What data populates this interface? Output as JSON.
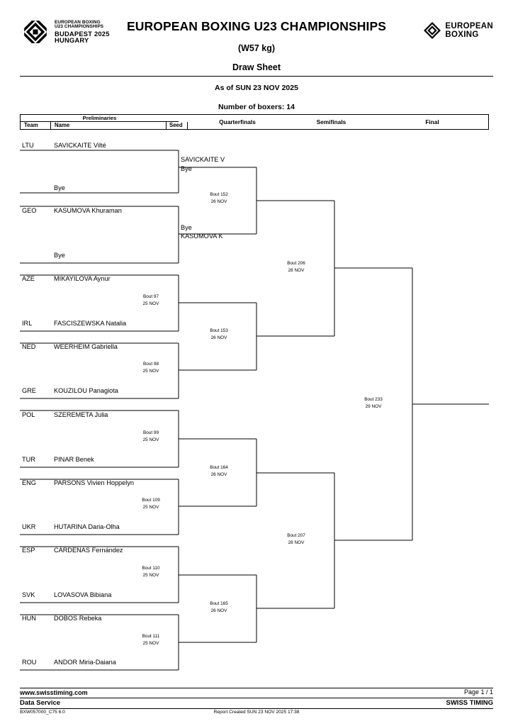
{
  "header": {
    "event_logo": {
      "line1": "EUROPEAN BOXING",
      "line2": "U23 CHAMPIONSHIPS",
      "line3": "BUDAPEST 2025",
      "line4": "HUNGARY"
    },
    "federation_logo": {
      "line1": "EUROPEAN",
      "line2": "BOXING"
    },
    "title": "EUROPEAN BOXING U23 CHAMPIONSHIPS",
    "weight_class": "(W57 kg)",
    "document_type": "Draw Sheet",
    "as_of": "As of SUN 23 NOV 2025",
    "number_of_boxers": "Number of boxers: 14"
  },
  "columns": {
    "preliminaries": "Preliminaries",
    "team": "Team",
    "name": "Name",
    "seed": "Seed",
    "quarterfinals": "Quarterfinals",
    "semifinals": "Semifinals",
    "final": "Final"
  },
  "bracket": {
    "preliminaries": [
      {
        "team": "LTU",
        "name": "SAVICKAITE Vilté",
        "seed": "",
        "opponent": "Bye"
      },
      {
        "team": "GEO",
        "name": "KASUMOVA Khuraman",
        "seed": "",
        "opponent": "Bye"
      },
      {
        "team": "AZE",
        "name": "MIKAYILOVA Aynur",
        "seed": ""
      },
      {
        "team": "IRL",
        "name": "FASCISZEWSKA Natalia",
        "seed": ""
      },
      {
        "team": "NED",
        "name": "WEERHEIM Gabriella",
        "seed": ""
      },
      {
        "team": "GRE",
        "name": "KOUZILOU Panagiota",
        "seed": ""
      },
      {
        "team": "POL",
        "name": "SZEREMETA Julia",
        "seed": ""
      },
      {
        "team": "TUR",
        "name": "PINAR Benek",
        "seed": ""
      },
      {
        "team": "ENG",
        "name": "PARSONS Vivien Hoppelyn",
        "seed": ""
      },
      {
        "team": "UKR",
        "name": "HUTARINA Daria-Olha",
        "seed": ""
      },
      {
        "team": "ESP",
        "name": "CÁRDENAS Fernández",
        "seed": ""
      },
      {
        "team": "SVK",
        "name": "LOVASOVA Bibiana",
        "seed": ""
      },
      {
        "team": "HUN",
        "name": "DOBOS Rebeka",
        "seed": ""
      },
      {
        "team": "ROU",
        "name": "ANDOR Miria-Daiana",
        "seed": ""
      }
    ],
    "prelim_bouts": [
      {
        "id": "Bout  97",
        "date": "25 NOV"
      },
      {
        "id": "Bout  98",
        "date": "25 NOV"
      },
      {
        "id": "Bout  99",
        "date": "25 NOV"
      },
      {
        "id": "Bout  109",
        "date": "25 NOV"
      },
      {
        "id": "Bout  110",
        "date": "25 NOV"
      },
      {
        "id": "Bout  111",
        "date": "25 NOV"
      }
    ],
    "quarterfinal_names": [
      "SAVICKAITE V",
      "Bye",
      "Bye",
      "KASUMOVA K"
    ],
    "quarterfinal_bouts": [
      {
        "id": "Bout  152",
        "date": "26 NOV"
      },
      {
        "id": "Bout  153",
        "date": "26 NOV"
      },
      {
        "id": "Bout  164",
        "date": "26 NOV"
      },
      {
        "id": "Bout  165",
        "date": "26 NOV"
      }
    ],
    "semifinal_bouts": [
      {
        "id": "Bout  206",
        "date": "28 NOV"
      },
      {
        "id": "Bout  207",
        "date": "28 NOV"
      }
    ],
    "final_bout": {
      "id": "Bout  233",
      "date": "29 NOV"
    }
  },
  "footer": {
    "website": "www.swisstiming.com",
    "page": "Page 1 / 1",
    "data_service": "Data Service",
    "brand": "SWISS TIMING",
    "report_code": "BXW057000_C75 6.0",
    "report_created": "Report Created  SUN 23 NOV 2025 17:38"
  }
}
